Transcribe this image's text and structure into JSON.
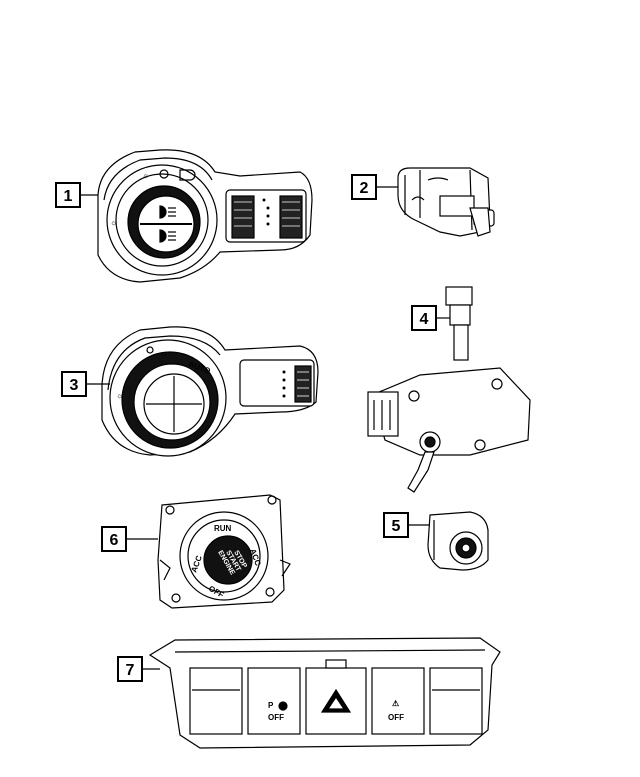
{
  "callouts": [
    "1",
    "2",
    "3",
    "4",
    "5",
    "6",
    "7"
  ],
  "part3": {
    "auto_label": "AUTO"
  },
  "part6": {
    "labels": {
      "run": "RUN",
      "acc": "ACC",
      "off": "OFF",
      "start": "START",
      "engine": "ENGINE",
      "stop": "STOP"
    }
  },
  "part7": {
    "off_left": "OFF",
    "off_right": "OFF"
  },
  "colors": {
    "line": "#000000",
    "fill": "#ffffff",
    "dark": "#111111"
  }
}
